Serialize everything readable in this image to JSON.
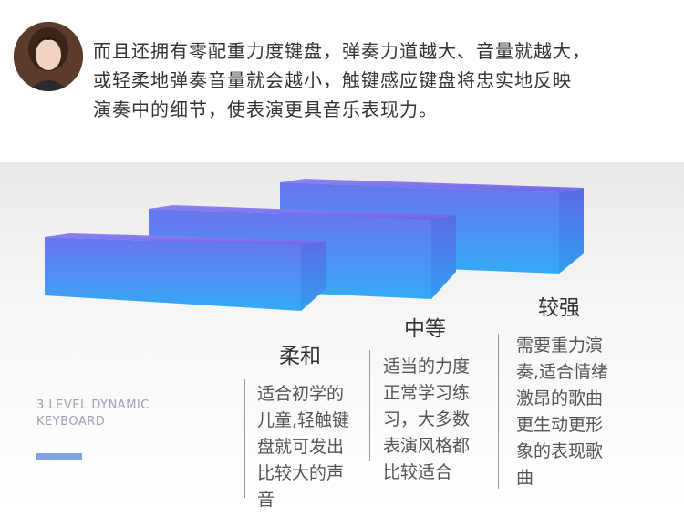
{
  "intro": {
    "line1": "而且还拥有零配重力度键盘，弹奏力道越大、音量就越大，",
    "line2": "或轻柔地弹奏音量就会越小，触键感应键盘将忠实地反映",
    "line3": "演奏中的细节，使表演更具音乐表现力。"
  },
  "caption": {
    "line1": "3 LEVEL DYNAMIC",
    "line2": "KEYBOARD"
  },
  "levels": [
    {
      "title": "柔和",
      "lines": [
        "适合初学的",
        "儿童,轻触键",
        "盘就可发出",
        "比较大的声",
        "音"
      ]
    },
    {
      "title": "中等",
      "lines": [
        "适当的力度",
        "正常学习练",
        "习，大多数",
        "表演风格都",
        "比较适合"
      ]
    },
    {
      "title": "较强",
      "lines": [
        "需要重力演",
        "奏,适合情绪",
        "激昂的歌曲",
        "更生动更形",
        "象的表现歌",
        "曲"
      ]
    }
  ],
  "colors": {
    "step_top": "#7b6ff0",
    "step_front": "#3fa3f5",
    "accent": "#7ea3e8"
  }
}
